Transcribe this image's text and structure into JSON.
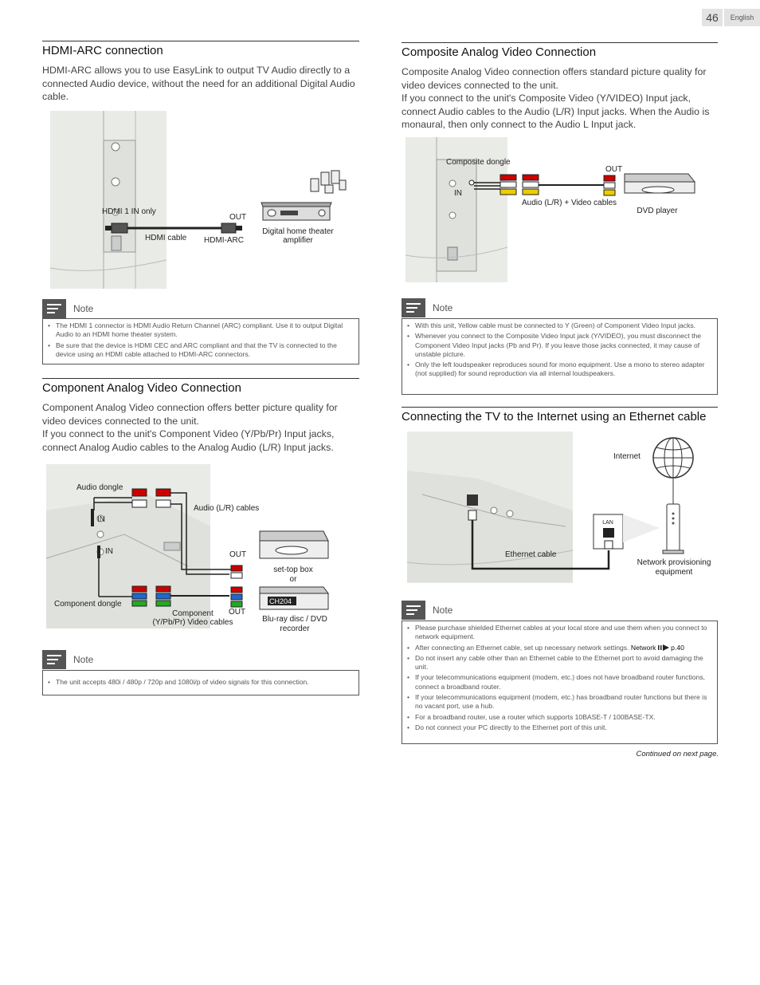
{
  "header": {
    "page_number": "46",
    "language": "English"
  },
  "hdmi_arc": {
    "title": "HDMI-ARC connection",
    "intro": "HDMI-ARC allows you to use EasyLink to output TV Audio directly to a connected Audio device, without the need for an additional Digital Audio cable.",
    "figure": {
      "hdmi_in": "HDMI 1 IN only",
      "cable": "HDMI cable",
      "out": "OUT",
      "port": "HDMI-ARC",
      "device_line1": "Digital home theater",
      "device_line2": "amplifier"
    },
    "note_label": "Note",
    "notes": [
      "The HDMI 1 connector is HDMI Audio Return Channel (ARC) compliant. Use it to output Digital Audio to an HDMI home theater system.",
      "Be sure that the device is HDMI CEC and ARC compliant and that the TV is connected to the device using an HDMI cable attached to HDMI-ARC connectors."
    ]
  },
  "component": {
    "title": "Component Analog Video Connection",
    "intro1": "Component Analog Video connection offers better picture quality for video devices connected to the unit.",
    "intro2": "If you connect to the unit's Component Video (Y/Pb/Pr) Input jacks, connect Analog Audio cables to the Analog Audio (L/R) Input jacks.",
    "figure": {
      "audio_dongle": "Audio dongle",
      "in1": "IN",
      "audio_cables": "Audio (L/R) cables",
      "in2": "IN",
      "out1": "OUT",
      "stb_line1": "set-top box",
      "stb_line2": "or",
      "component_dongle": "Component dongle",
      "comp_cables_line1": "Component",
      "comp_cables_line2": "(Y/Pb/Pr) Video cables",
      "out2": "OUT",
      "display": "CH204",
      "bd_line1": "Blu-ray disc / DVD",
      "bd_line2": "recorder"
    },
    "note_label": "Note",
    "notes": [
      "The unit accepts 480i / 480p / 720p and 1080i/p of video signals for this connection."
    ]
  },
  "composite": {
    "title": "Composite Analog Video Connection",
    "intro1": "Composite Analog Video connection offers standard picture quality for video devices connected to the unit.",
    "intro2": "If you connect to the unit's Composite Video (Y/VIDEO) Input jack, connect Audio cables to the Audio (L/R) Input jacks. When the Audio is monaural, then only connect to the Audio L Input jack.",
    "figure": {
      "dongle": "Composite dongle",
      "in": "IN",
      "out": "OUT",
      "cables": "Audio (L/R) + Video cables",
      "device": "DVD player"
    },
    "note_label": "Note",
    "notes": [
      "With this unit, Yellow cable must be connected to Y (Green) of Component Video Input jacks.",
      "Whenever you connect to the Composite Video Input jack (Y/VIDEO), you must disconnect the Component Video Input jacks (Pb and Pr). If you leave those jacks connected, it may cause of unstable picture.",
      "Only the left loudspeaker reproduces sound for mono equipment. Use a mono to stereo adapter (not supplied) for sound reproduction via all internal loudspeakers."
    ]
  },
  "ethernet": {
    "title": "Connecting the TV to the Internet using an Ethernet cable",
    "figure": {
      "internet": "Internet",
      "lan": "LAN",
      "cable": "Ethernet cable",
      "equip_line1": "Network provisioning",
      "equip_line2": "equipment"
    },
    "note_label": "Note",
    "notes": [
      "Please purchase shielded Ethernet cables at your local store and use them when you connect to network equipment.",
      "Do not insert any cable other than an Ethernet cable to the Ethernet port to avoid damaging the unit.",
      "If your telecommunications equipment (modem, etc.) does not have broadband router functions, connect a broadband router.",
      "If your telecommunications equipment (modem, etc.) has broadband router functions but there is no vacant port, use a hub.",
      "For a broadband router, use a router which supports 10BASE-T / 100BASE-TX.",
      "Do not connect your PC directly to the Ethernet port of this unit."
    ],
    "network_note": {
      "text": "After connecting an Ethernet cable, set up necessary network settings.",
      "link": "Network",
      "page": "p.40"
    },
    "continued": "Continued on next page."
  }
}
